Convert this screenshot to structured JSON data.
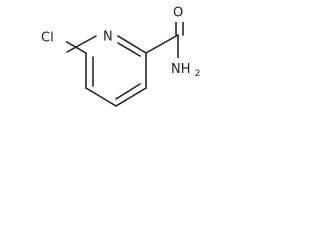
{
  "molecule": {
    "labels": {
      "chlorine": "Cl",
      "ring_nitrogen": "N",
      "carbonyl_oxygen": "O",
      "amide_group": "NH2",
      "amide_group_main": "NH",
      "amide_group_subscript": "2"
    }
  }
}
